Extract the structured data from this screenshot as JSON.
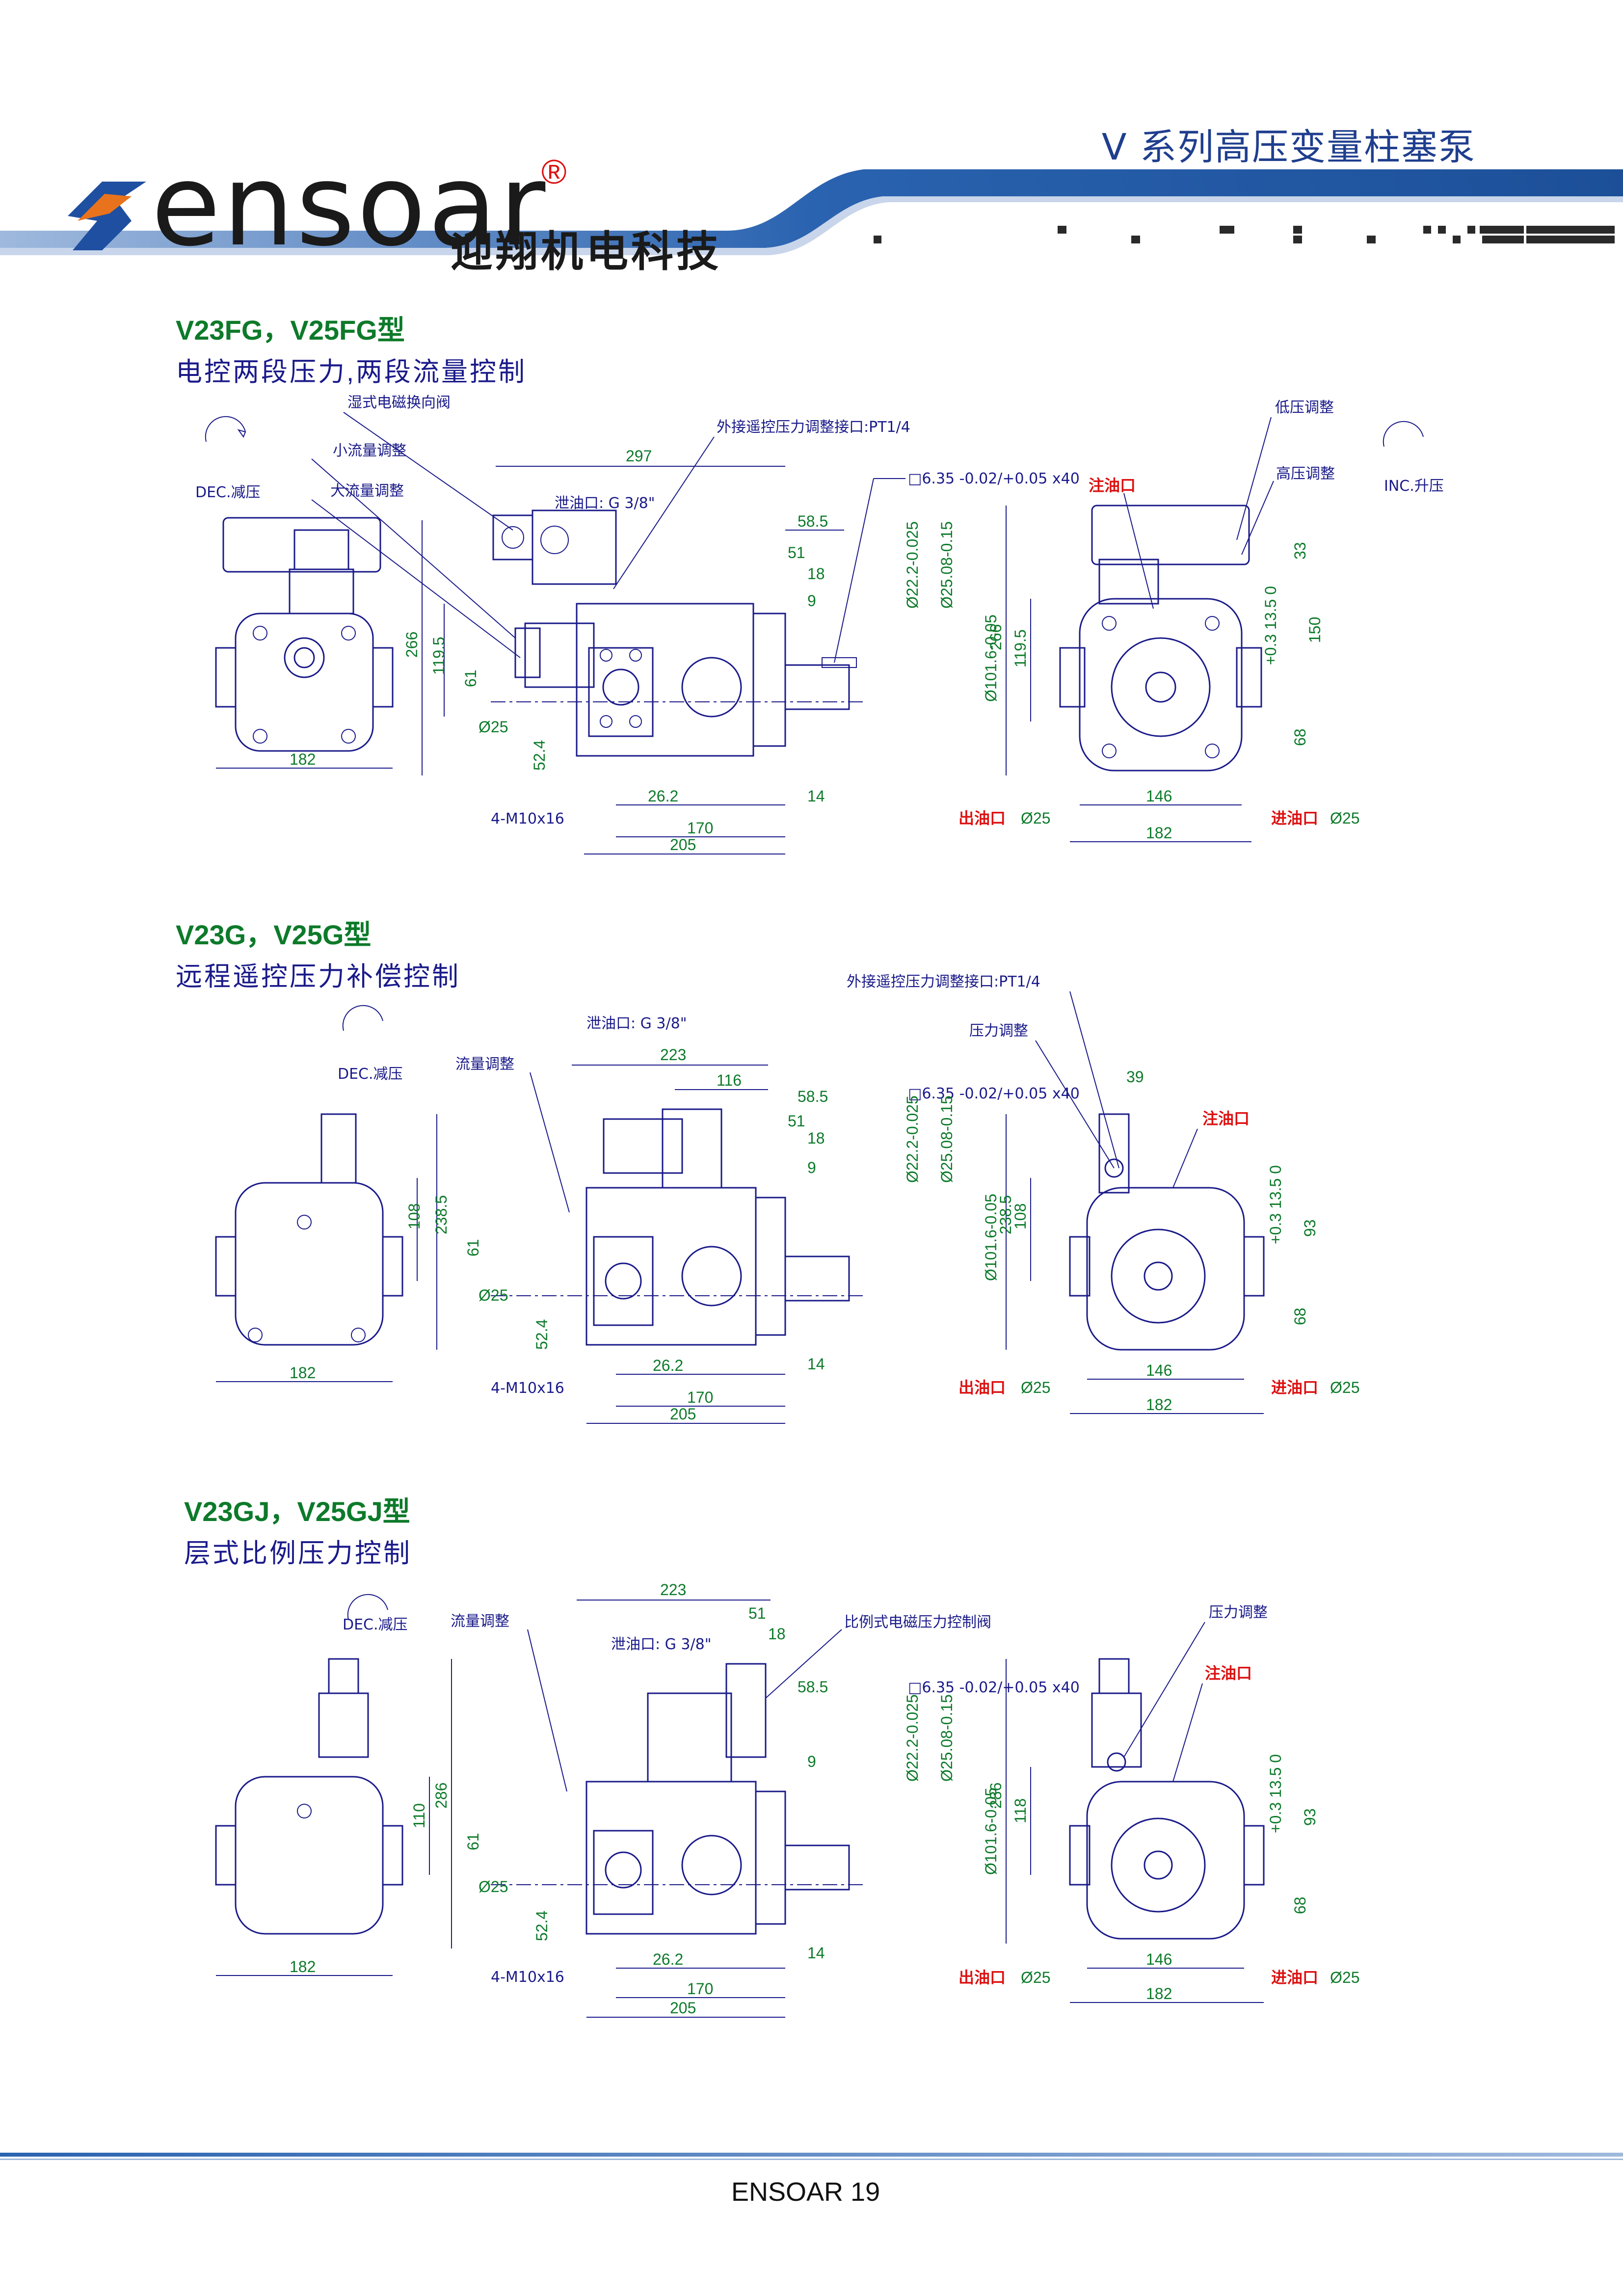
{
  "header": {
    "brand_wordmark": "ensoar",
    "brand_registered": "®",
    "brand_cn": "迎翔机电科技",
    "series_title": "V 系列高压变量柱塞泵"
  },
  "colors": {
    "blue": "#1a1a8a",
    "green": "#0d7a2a",
    "red": "#d11111",
    "header_gradient": "#1f5fa8"
  },
  "sections": [
    {
      "model": "V23FG，V25FG型",
      "desc": "电控两段压力,两段流量控制",
      "labels": {
        "dec": "DEC.减压",
        "inc": "INC.升压",
        "solenoid": "湿式电磁换向阀",
        "small_flow": "小流量调整",
        "large_flow": "大流量调整",
        "drain": "泄油口: G 3/8\"",
        "remote": "外接遥控压力调整接口:PT1/4",
        "low_p": "低压调整",
        "high_p": "高压调整",
        "fill": "注油口",
        "outlet": "出油口",
        "inlet": "进油口",
        "key": "□6.35 -0.02/+0.05 x40",
        "bolts": "4-M10x16"
      },
      "dims": {
        "d297": "297",
        "d58_5": "58.5",
        "d51": "51",
        "d18": "18",
        "d9": "9",
        "d266": "266",
        "d119_5": "119.5",
        "d61": "61",
        "phi25": "Ø25",
        "d52_4": "52.4",
        "d26_2": "26.2",
        "d170": "170",
        "d205": "205",
        "d14": "14",
        "d182": "182",
        "d146": "146",
        "shaft1": "Ø22.2-0.025",
        "shaft2": "Ø25.08-0.15",
        "shaft3": "Ø101.6-0.05",
        "r266": "266",
        "r119_5": "119.5",
        "r33": "33",
        "r150": "150",
        "r13_5": "+0.3 13.5 0",
        "r68": "68",
        "out25": "Ø25",
        "in25": "Ø25"
      }
    },
    {
      "model": "V23G，V25G型",
      "desc": "远程遥控压力补偿控制",
      "labels": {
        "dec": "DEC.减压",
        "flow": "流量调整",
        "drain": "泄油口: G 3/8\"",
        "remote": "外接遥控压力调整接口:PT1/4",
        "press": "压力调整",
        "fill": "注油口",
        "outlet": "出油口",
        "inlet": "进油口",
        "key": "□6.35 -0.02/+0.05 x40",
        "bolts": "4-M10x16"
      },
      "dims": {
        "d223": "223",
        "d116": "116",
        "d58_5": "58.5",
        "d51": "51",
        "d18": "18",
        "d9": "9",
        "d108": "108",
        "d238_5": "238.5",
        "d61": "61",
        "phi25": "Ø25",
        "d52_4": "52.4",
        "d26_2": "26.2",
        "d170": "170",
        "d205": "205",
        "d14": "14",
        "d182": "182",
        "shaft1": "Ø22.2-0.025",
        "shaft2": "Ø25.08-0.15",
        "shaft3": "Ø101.6-0.05",
        "r39": "39",
        "r238_5": "238.5",
        "r108": "108",
        "r93": "93",
        "r13_5": "+0.3 13.5 0",
        "r68": "68",
        "r146": "146",
        "r182": "182",
        "out25": "Ø25",
        "in25": "Ø25"
      }
    },
    {
      "model": "V23GJ，V25GJ型",
      "desc": "层式比例压力控制",
      "labels": {
        "dec": "DEC.减压",
        "flow": "流量调整",
        "drain": "泄油口: G 3/8\"",
        "prop": "比例式电磁压力控制阀",
        "press": "压力调整",
        "fill": "注油口",
        "outlet": "出油口",
        "inlet": "进油口",
        "key": "□6.35 -0.02/+0.05 x40",
        "bolts": "4-M10x16"
      },
      "dims": {
        "d223": "223",
        "d51": "51",
        "d18": "18",
        "d58_5": "58.5",
        "d9": "9",
        "d286": "286",
        "d110": "110",
        "d61": "61",
        "phi25": "Ø25",
        "d52_4": "52.4",
        "d26_2": "26.2",
        "d170": "170",
        "d205": "205",
        "d14": "14",
        "d182": "182",
        "shaft1": "Ø22.2-0.025",
        "shaft2": "Ø25.08-0.15",
        "shaft3": "Ø101.6-0.05",
        "r286": "286",
        "r118": "118",
        "r93": "93",
        "r13_5": "+0.3 13.5 0",
        "r68": "68",
        "r146": "146",
        "r182": "182",
        "out25": "Ø25",
        "in25": "Ø25"
      }
    }
  ],
  "footer": {
    "text": "ENSOAR  19"
  }
}
